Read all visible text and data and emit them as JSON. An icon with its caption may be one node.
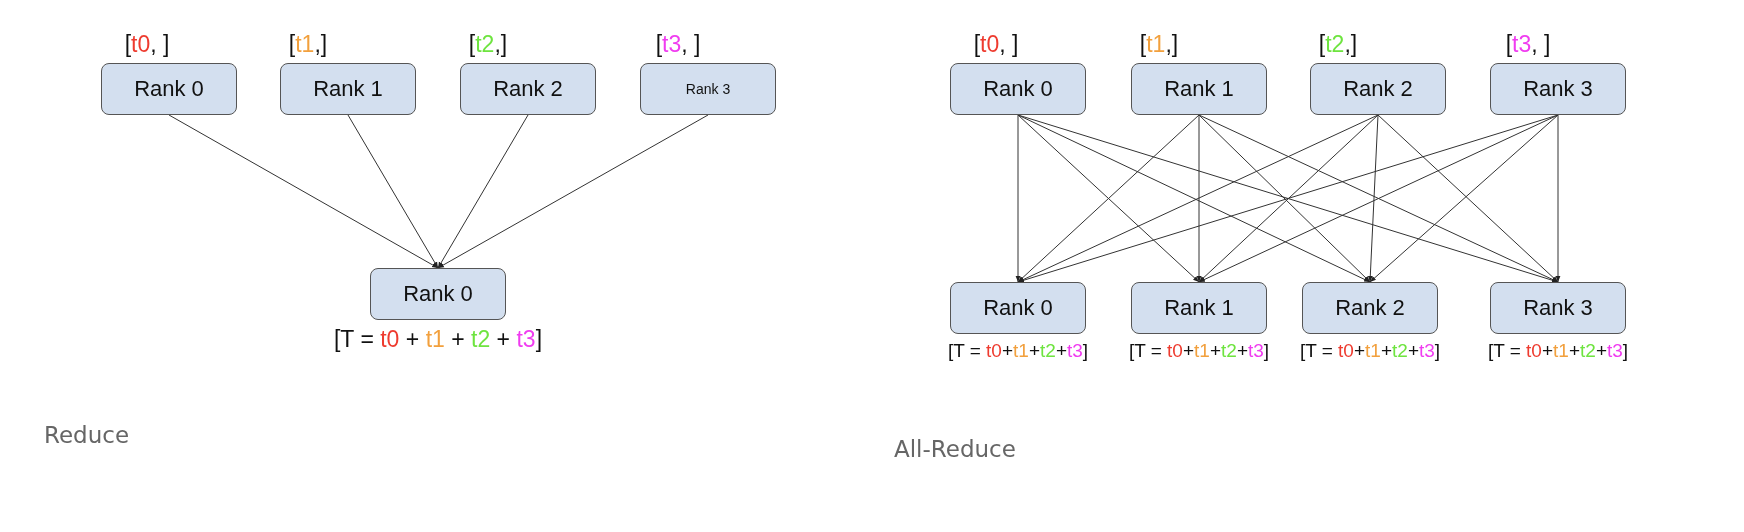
{
  "diagram": {
    "nodes": [
      {
        "text": [
          "Rank 0"
        ],
        "beside": [
          "[t0, ]"
        ]
      },
      {
        "text": [
          "Rank 1"
        ],
        "beside": [
          "[t1,]"
        ]
      },
      {
        "text": [
          "Rank 2"
        ],
        "beside": [
          "[t2,]"
        ]
      },
      {
        "text": [
          "Rank 3"
        ],
        "beside": [
          "[t3, ]"
        ]
      },
      {
        "text": [
          "Rank 0"
        ],
        "beside": [
          "[T = t0 + t1 + t2 + t3]"
        ]
      },
      {
        "text": [
          "Rank 0"
        ],
        "beside": [
          "[t0, ]"
        ]
      },
      {
        "text": [
          "Rank 1"
        ],
        "beside": [
          "[t1,]"
        ]
      },
      {
        "text": [
          "Rank 2"
        ],
        "beside": [
          "[t2,]"
        ]
      },
      {
        "text": [
          "Rank 3"
        ],
        "beside": [
          "[t3, ]"
        ]
      },
      {
        "text": [
          "Rank 0"
        ],
        "beside": [
          "[T = t0+t1+t2+t3]"
        ]
      },
      {
        "text": [
          "Rank 1"
        ],
        "beside": [
          "[T = t0+t1+t2+t3]"
        ]
      },
      {
        "text": [
          "Rank 2"
        ],
        "beside": [
          "[T = t0+t1+t2+t3]"
        ]
      },
      {
        "text": [
          "Rank 3"
        ],
        "beside": [
          "[T = t0+t1+t2+t3]"
        ]
      }
    ],
    "edges": [
      {
        "from": 0,
        "to": 4,
        "arrow": "to"
      },
      {
        "from": 1,
        "to": 4,
        "arrow": "to"
      },
      {
        "from": 2,
        "to": 4,
        "arrow": "to"
      },
      {
        "from": 3,
        "to": 4,
        "arrow": "to"
      },
      {
        "from": 5,
        "to": 9,
        "arrow": "to"
      },
      {
        "from": 5,
        "to": 10,
        "arrow": "to"
      },
      {
        "from": 5,
        "to": 11,
        "arrow": "to"
      },
      {
        "from": 5,
        "to": 12,
        "arrow": "to"
      },
      {
        "from": 6,
        "to": 9,
        "arrow": "to"
      },
      {
        "from": 6,
        "to": 10,
        "arrow": "to"
      },
      {
        "from": 6,
        "to": 11,
        "arrow": "to"
      },
      {
        "from": 6,
        "to": 12,
        "arrow": "to"
      },
      {
        "from": 7,
        "to": 9,
        "arrow": "to"
      },
      {
        "from": 7,
        "to": 10,
        "arrow": "to"
      },
      {
        "from": 7,
        "to": 11,
        "arrow": "to"
      },
      {
        "from": 7,
        "to": 12,
        "arrow": "to"
      },
      {
        "from": 8,
        "to": 9,
        "arrow": "to"
      },
      {
        "from": 8,
        "to": 10,
        "arrow": "to"
      },
      {
        "from": 8,
        "to": 11,
        "arrow": "to"
      },
      {
        "from": 8,
        "to": 12,
        "arrow": "to"
      }
    ],
    "labels": [
      "Reduce",
      "All-Reduce"
    ]
  }
}
